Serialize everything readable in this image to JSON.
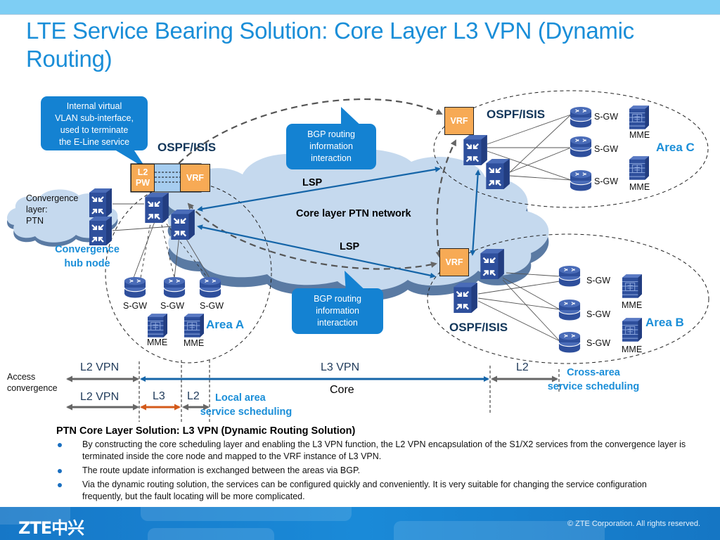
{
  "slide": {
    "title": "LTE Service Bearing Solution: Core Layer L3 VPN (Dynamic Routing)"
  },
  "diagram": {
    "callout_vlan": [
      "Internal virtual",
      "VLAN sub-interface,",
      "used to terminate",
      "the E-Line service"
    ],
    "callout_bgp_top": [
      "BGP routing",
      "information",
      "interaction"
    ],
    "callout_bgp_bottom": [
      "BGP routing",
      "information",
      "interaction"
    ],
    "ospf_left": "OSPF/ISIS",
    "ospf_c": "OSPF/ISIS",
    "ospf_b": "OSPF/ISIS",
    "l2pw": [
      "L2",
      "PW"
    ],
    "vrf_label": "VRF",
    "convergence_cloud": [
      "Convergence",
      "layer:",
      "PTN"
    ],
    "convergence_hub": [
      "Convergence",
      "hub node"
    ],
    "core_network": "Core layer PTN network",
    "lsp_top": "LSP",
    "lsp_bottom": "LSP",
    "area_a": "Area A",
    "area_b": "Area B",
    "area_c": "Area C",
    "sgw": "S-GW",
    "mme": "MME",
    "colors": {
      "accent_blue": "#1a8ed8",
      "callout_blue": "#1482d2",
      "cloud_fill": "#c5d9ee",
      "cloud_edge": "#5a7aa3",
      "device_blue": "#2e4f9c",
      "vrf_orange": "#f7aa55",
      "l3_orange": "#d35a1a",
      "arrow_gray": "#666666"
    }
  },
  "segments": {
    "access_label": [
      "Access",
      "convergence"
    ],
    "top_row": {
      "l2vpn": "L2 VPN",
      "l3vpn": "L3 VPN",
      "l2": "L2"
    },
    "core": "Core",
    "bottom_row": {
      "l2vpn": "L2 VPN",
      "l3": "L3",
      "l2": "L2"
    },
    "local_area": [
      "Local area",
      "service scheduling"
    ],
    "cross_area": [
      "Cross-area",
      "service scheduling"
    ]
  },
  "summary": {
    "heading": "PTN Core Layer Solution: L3 VPN (Dynamic Routing Solution)",
    "bullets": [
      "By constructing the core scheduling layer and enabling the L3 VPN function, the L2 VPN encapsulation of the S1/X2 services from the convergence layer is terminated inside the core node and mapped to the VRF instance of L3 VPN.",
      "The route update information is exchanged between the areas via BGP.",
      "Via the dynamic routing solution, the services can be configured quickly and conveniently. It is very suitable for changing the service configuration frequently, but the fault locating will be more complicated."
    ]
  },
  "footer": {
    "logo": "ZTE中兴",
    "copyright": "© ZTE Corporation. All rights reserved."
  }
}
